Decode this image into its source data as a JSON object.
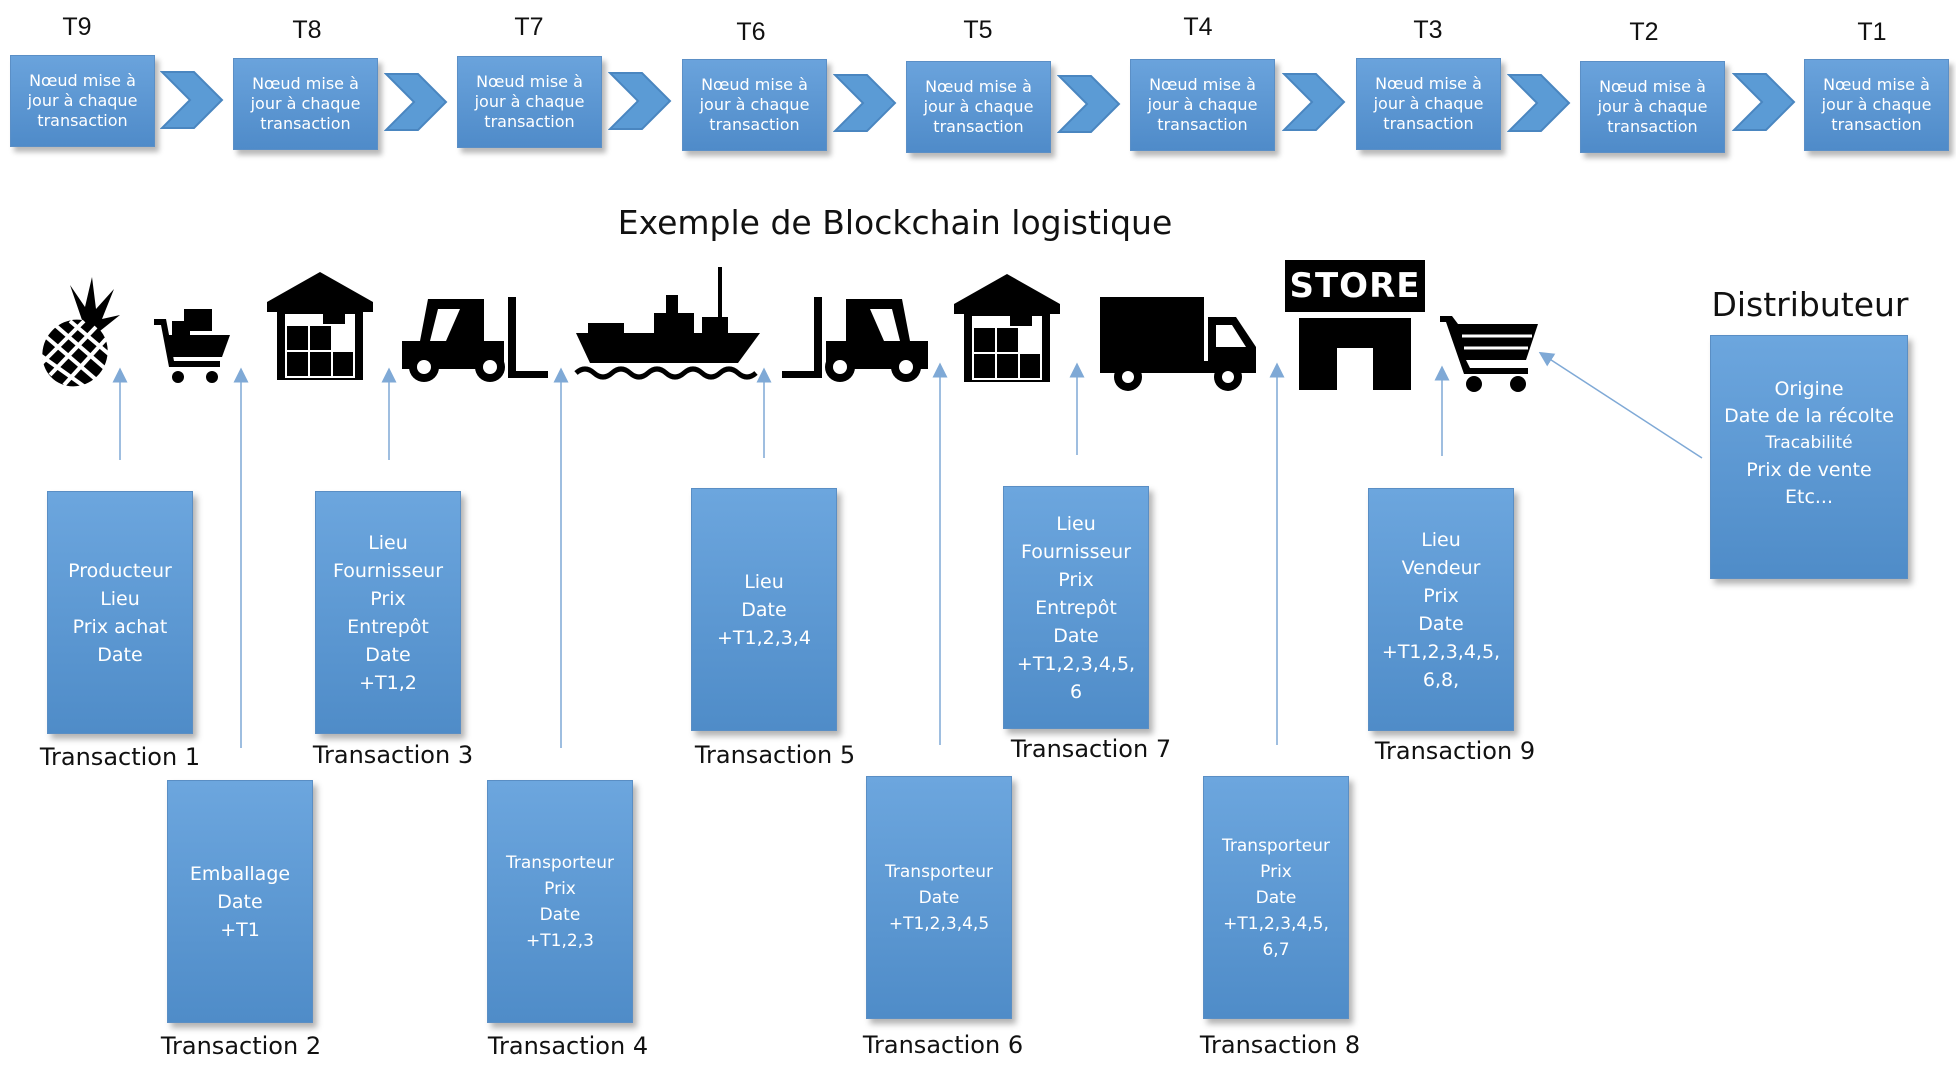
{
  "chain": {
    "nodes": [
      {
        "label": "T9",
        "text": "Nœud mise à jour à chaque transaction"
      },
      {
        "label": "T8",
        "text": "Nœud mise à jour à chaque transaction"
      },
      {
        "label": "T7",
        "text": "Nœud mise à jour à chaque transaction"
      },
      {
        "label": "T6",
        "text": "Nœud mise à jour à chaque transaction"
      },
      {
        "label": "T5",
        "text": "Nœud mise à jour à chaque transaction"
      },
      {
        "label": "T4",
        "text": "Nœud mise à jour à chaque transaction"
      },
      {
        "label": "T3",
        "text": "Nœud mise à jour à chaque transaction"
      },
      {
        "label": "T2",
        "text": "Nœud mise à jour à chaque transaction"
      },
      {
        "label": "T1",
        "text": "Nœud mise à jour à chaque transaction"
      }
    ]
  },
  "title": "Exemple de Blockchain logistique",
  "icons": [
    "pineapple-icon",
    "small-cart-icon",
    "warehouse-icon",
    "forklift-icon",
    "ship-icon",
    "forklift-icon",
    "warehouse-icon",
    "truck-icon",
    "store-icon",
    "cart-icon"
  ],
  "store_sign": "STORE",
  "distributor": {
    "label": "Distributeur",
    "lines": [
      "Origine",
      "Date de la récolte",
      "Tracabilité",
      "Prix de vente",
      "Etc..."
    ]
  },
  "transactions": [
    {
      "label": "Transaction 1",
      "lines": [
        "Producteur",
        "Lieu",
        "Prix achat",
        "Date"
      ]
    },
    {
      "label": "Transaction 2",
      "lines": [
        "Emballage",
        "Date",
        "+T1"
      ]
    },
    {
      "label": "Transaction 3",
      "lines": [
        "Lieu",
        "Fournisseur",
        "Prix",
        "Entrepôt",
        "Date",
        "+T1,2"
      ]
    },
    {
      "label": "Transaction 4",
      "lines": [
        "Transporteur",
        "Prix",
        "Date",
        "+T1,2,3"
      ]
    },
    {
      "label": "Transaction 5",
      "lines": [
        "Lieu",
        "Date",
        "+T1,2,3,4"
      ]
    },
    {
      "label": "Transaction 6",
      "lines": [
        "Transporteur",
        "Date",
        "+T1,2,3,4,5"
      ]
    },
    {
      "label": "Transaction 7",
      "lines": [
        "Lieu",
        "Fournisseur",
        "Prix",
        "Entrepôt",
        "Date",
        "+T1,2,3,4,5,",
        "6"
      ]
    },
    {
      "label": "Transaction 8",
      "lines": [
        "Transporteur",
        "Prix",
        "Date",
        "+T1,2,3,4,5,",
        "6,7"
      ]
    },
    {
      "label": "Transaction 9",
      "lines": [
        "Lieu",
        "Vendeur",
        "Prix",
        "Date",
        "+T1,2,3,4,5,",
        "6,8,"
      ]
    }
  ],
  "colors": {
    "box_fill": "#5b9bd5",
    "arrow": "#5b9bd5",
    "connector": "#7fa9d6"
  }
}
